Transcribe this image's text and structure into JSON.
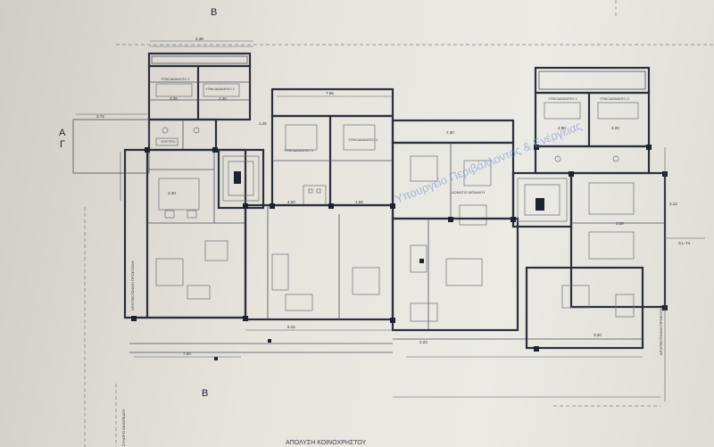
{
  "markers": {
    "top_section": "B",
    "bottom_section": "B",
    "left_section_a": "A",
    "left_section_g": "Γ"
  },
  "room_labels": {
    "bedroom_1": "ΥΠΝΟΔΩΜΑΤΙΟ 1",
    "bedroom_2": "ΥΠΝΟΔΩΜΑΤΙΟ 2",
    "bedroom_3": "ΥΠΝΟΔΩΜΑΤΙΟ 3",
    "bedroom_4": "ΥΠΝΟΔΩΜΑΤΙΟ 4",
    "bedroom_right_1": "ΥΠΝΟΔΩΜΑΤΙΟ 1",
    "bedroom_right_2": "ΥΠΝΟΔΩΜΑΤΙΟ 2",
    "living_left": "ΔΩΜΑΤΙΟ ΜΠΑΝΙΟΥ",
    "bath_left": "ΛΟΥΤΡΟ"
  },
  "dimensions": {
    "d_top_1": "4.38",
    "d_top_2": "3.26",
    "d_top_3": "2.40",
    "d_top_4": "7.55",
    "d_top_5": "7.30",
    "d_right_1": "2.90",
    "d_right_2": "3.20",
    "d_left_1": "3.74",
    "d_left_2": "1.45",
    "d_mid_1": "3.20",
    "d_mid_2": "4.00",
    "d_mid_3": "1.60",
    "d_mid_4": "3.20",
    "d_bottom_1": "7.20",
    "d_bottom_2": "8.15",
    "d_bottom_3": "2.23",
    "d_bottom_4": "3.20",
    "d_right_edge": "3.13",
    "d_right_far": "S.L.74"
  },
  "side_labels": {
    "left_vertical": "ΑΡΧΙΤΕΚΤΟΝΙΚΗ ΠΡΟΕΞΟΧΗ",
    "right_vertical": "ΑΡΧΙΤΕΚΤΟΝΙΚΗ ΠΡΟΕΞΟΧΗ",
    "bottom_left_vertical": "ΣΥΝΟΡΟ ΟΙΚΟΠΕΔΟΥ"
  },
  "watermark": "Υπουργείο Περιβάλλοντος & Ενέργειας",
  "bottom_caption": "ΑΠΟΛΥΣΗ ΚΟΙΝΟΧΡΗΣΤΟΥ"
}
